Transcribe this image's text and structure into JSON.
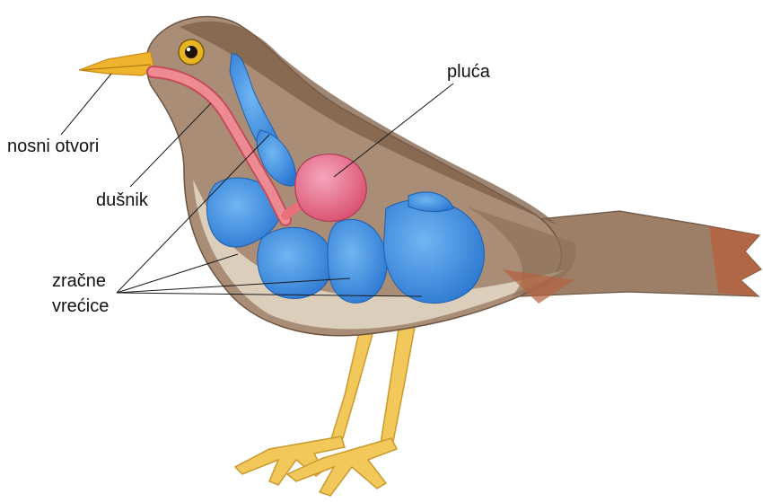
{
  "labels": {
    "nostrils": "nosni otvori",
    "trachea": "dušnik",
    "air_sacs_line1": "zračne",
    "air_sacs_line2": "vrećice",
    "lungs": "pluća"
  },
  "colors": {
    "plumage": "#a98d76",
    "back": "#8a6a52",
    "belly": "#ddd3c0",
    "beak": "#f0b32e",
    "legs": "#f2c85a",
    "trachea": "#e8707a",
    "lungs": "#e8708e",
    "air_sacs": "#3f8fe0"
  }
}
